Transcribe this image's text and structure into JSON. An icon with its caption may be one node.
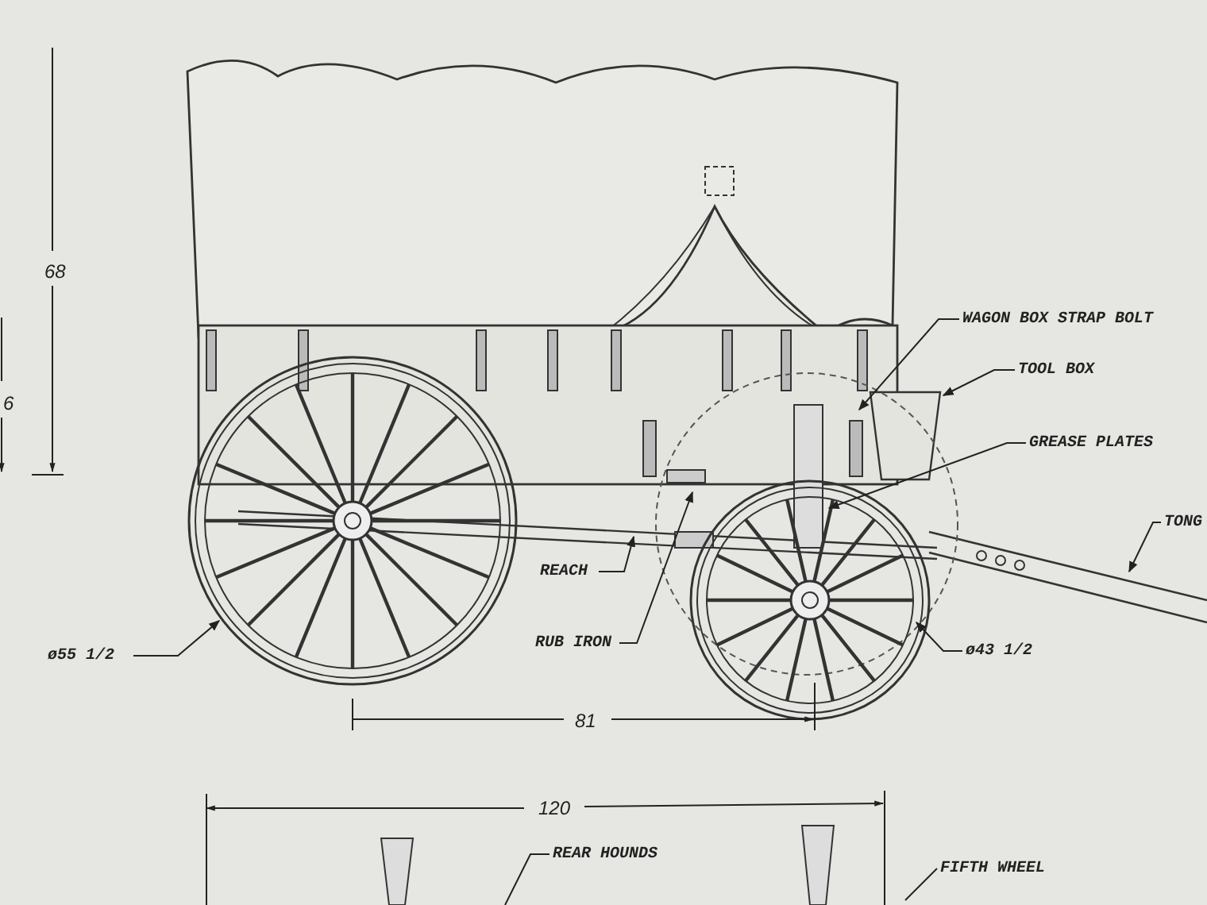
{
  "diagram": {
    "nodes": [
      {
        "text": [
          "WAGON BOX STRAP BOLT"
        ]
      },
      {
        "text": [
          "TOOL BOX"
        ]
      },
      {
        "text": [
          "GREASE PLATES"
        ]
      },
      {
        "text": [
          "TONG"
        ]
      },
      {
        "text": [
          "REACH"
        ]
      },
      {
        "text": [
          "RUB IRON"
        ]
      },
      {
        "text": [
          "ø55 1/2"
        ]
      },
      {
        "text": [
          "ø43 1/2"
        ]
      },
      {
        "text": [
          "REAR HOUNDS"
        ]
      },
      {
        "text": [
          "FIFTH WHEEL"
        ]
      }
    ],
    "edges": [
      {
        "from": 0,
        "to": null,
        "arrow": "to"
      },
      {
        "from": 1,
        "to": null,
        "arrow": "to"
      },
      {
        "from": 2,
        "to": null,
        "arrow": "to"
      },
      {
        "from": 3,
        "to": null,
        "arrow": "to"
      },
      {
        "from": 4,
        "to": null,
        "arrow": "to"
      },
      {
        "from": 5,
        "to": null,
        "arrow": "to"
      },
      {
        "from": 6,
        "to": null,
        "arrow": "to"
      },
      {
        "from": 7,
        "to": null,
        "arrow": "to"
      },
      {
        "from": 8,
        "to": null,
        "arrow": "none"
      },
      {
        "from": 9,
        "to": null,
        "arrow": "none"
      }
    ],
    "labels": [
      "68",
      "6",
      "81",
      "120"
    ]
  }
}
